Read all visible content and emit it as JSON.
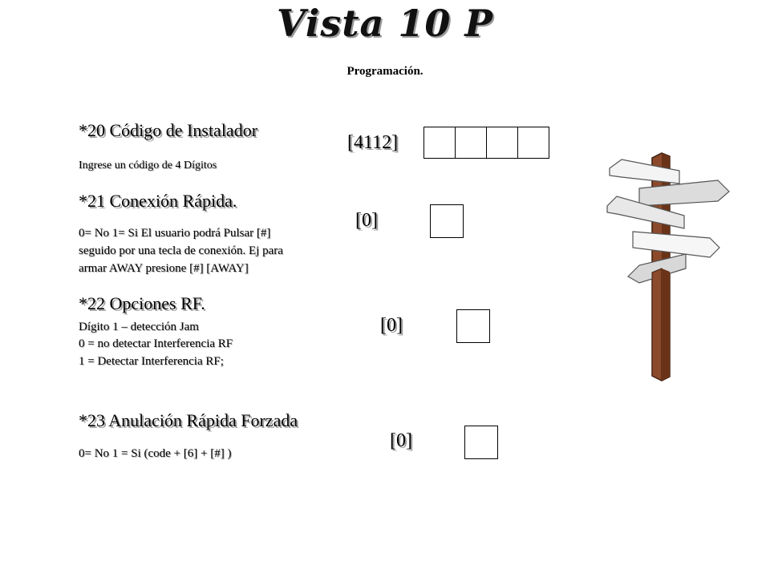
{
  "title": "Vista 10 P",
  "subtitle": "Programación.",
  "sections": [
    {
      "heading": "*20 Código de Instalador",
      "lines": [
        "Ingrese un código de 4 Dígitos"
      ],
      "value": "[4112]"
    },
    {
      "heading": "*21 Conexión Rápida.",
      "lines": [
        "0= No  1= Si El usuario podrá Pulsar [#]",
        "seguido por una tecla de conexión. Ej para",
        "armar AWAY presione [#] [AWAY]"
      ],
      "value": "[0]"
    },
    {
      "heading": "*22 Opciones RF.",
      "lines": [
        "Dígito 1 – detección Jam",
        "0 = no detectar Interferencia RF",
        "1 = Detectar Interferencia RF;"
      ],
      "value": "[0]"
    },
    {
      "heading": "*23 Anulación Rápida Forzada",
      "lines": [
        "0= No   1 = Si (code + [6] + [#] )"
      ],
      "value": "[0]"
    }
  ]
}
